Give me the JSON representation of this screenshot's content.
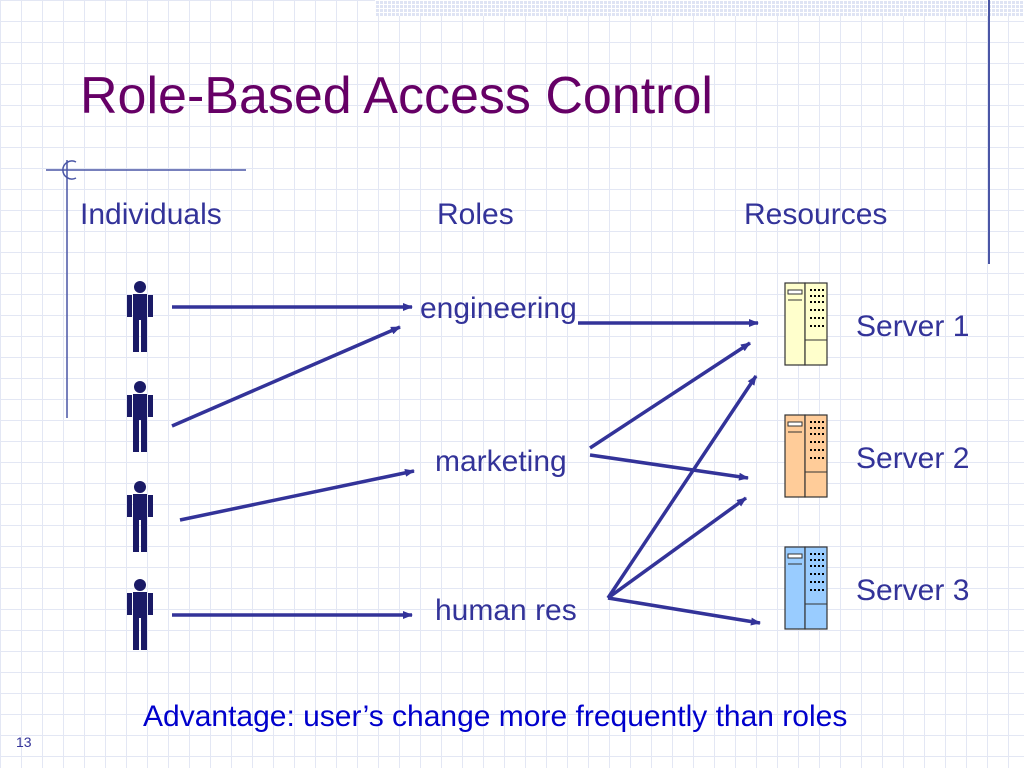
{
  "slide": {
    "title": "Role-Based Access Control",
    "footer": "Advantage: user’s change more frequently than roles",
    "page_number": "13"
  },
  "columns": {
    "individuals": "Individuals",
    "roles": "Roles",
    "resources": "Resources"
  },
  "roles": [
    {
      "label": "engineering"
    },
    {
      "label": "marketing"
    },
    {
      "label": "human res"
    }
  ],
  "servers": [
    {
      "label": "Server 1",
      "color": "#ffffcc"
    },
    {
      "label": "Server 2",
      "color": "#ffcc99"
    },
    {
      "label": "Server 3",
      "color": "#99ccff"
    }
  ],
  "colors": {
    "title": "#660066",
    "text": "#333399",
    "arrows": "#333399",
    "people": "#1a1a66",
    "footer": "#0000cc"
  }
}
